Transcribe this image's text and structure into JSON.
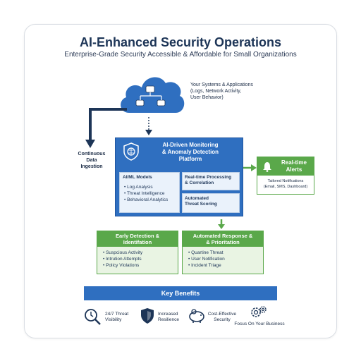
{
  "header": {
    "title": "AI-Enhanced Security Operations",
    "subtitle": "Enterprise-Grade Security Accessible & Affordable for Small Organizations"
  },
  "source": {
    "title": "Your Systems & Applications",
    "detail_line1": "(Logs, Network Activity,",
    "detail_line2": "User Behavior)"
  },
  "ingestion": {
    "line1": "Continuous",
    "line2": "Data",
    "line3": "Ingestion"
  },
  "platform": {
    "title_line1": "AI-Driven Monitoring",
    "title_line2": "& Anomaly Detection",
    "title_line3": "Platform",
    "models": {
      "title": "AI/ML Models",
      "items": [
        "Log Analysis",
        "Threat Intelligence",
        "Behavioral Analytics"
      ]
    },
    "processing": {
      "line1": "Real-time Processing",
      "line2": "& Correlation"
    },
    "scoring": {
      "line1": "Automated",
      "line2": "Threat Scoring"
    }
  },
  "alerts": {
    "title_line1": "Real-time",
    "title_line2": "Alerts",
    "detail_line1": "Tailored Notifications",
    "detail_line2": "(Email, SMS, Dashboard)"
  },
  "detection": {
    "title_line1": "Early Detection &",
    "title_line2": "Identifation",
    "items": [
      "Suspcious Activity",
      "Intrution Attempts",
      "Policy Violations"
    ]
  },
  "response": {
    "title_line1": "Automated Response &",
    "title_line2": "& Prioritation",
    "items": [
      "Quartine Threat",
      "User Notification",
      "Incident Triage"
    ]
  },
  "benefits": {
    "title": "Key Benefits",
    "items": [
      {
        "icon": "magnifier-clock-icon",
        "line1": "24/7 Threat",
        "line2": "Visibility"
      },
      {
        "icon": "shield-icon",
        "line1": "Increased",
        "line2": "Resilience"
      },
      {
        "icon": "piggy-bank-icon",
        "line1": "Cost-Effective",
        "line2": "Security"
      },
      {
        "icon": "gears-icon",
        "line1": "Focus On Your Business",
        "line2": ""
      }
    ]
  },
  "colors": {
    "primary_blue": "#2f6fc0",
    "green": "#5aa84a",
    "navy": "#1d3557"
  }
}
